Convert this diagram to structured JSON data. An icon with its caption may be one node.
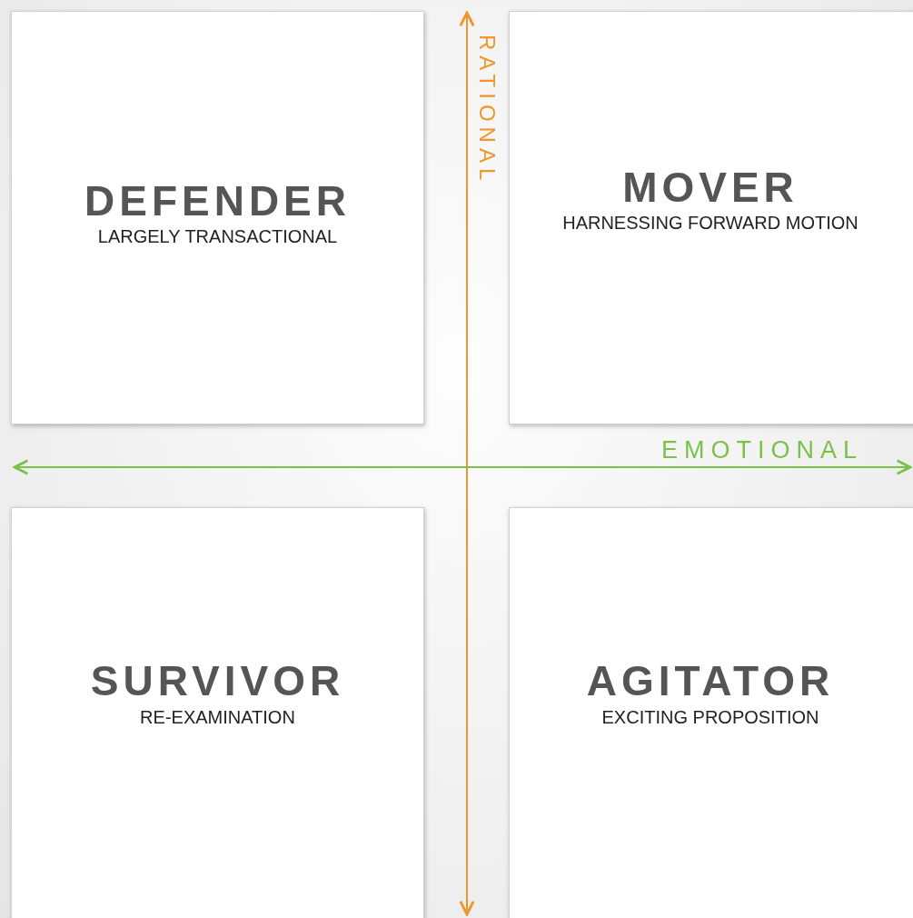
{
  "diagram": {
    "nodes": [
      {
        "text": [
          "DEFENDER",
          "LARGELY TRANSACTIONAL"
        ]
      },
      {
        "text": [
          "MOVER",
          "HARNESSING FORWARD MOTION"
        ]
      },
      {
        "text": [
          "SURVIVOR",
          "RE-EXAMINATION"
        ]
      },
      {
        "text": [
          "AGITATOR",
          "EXCITING PROPOSITION"
        ]
      }
    ],
    "labels": [
      "RATIONAL",
      "EMOTIONAL"
    ]
  }
}
